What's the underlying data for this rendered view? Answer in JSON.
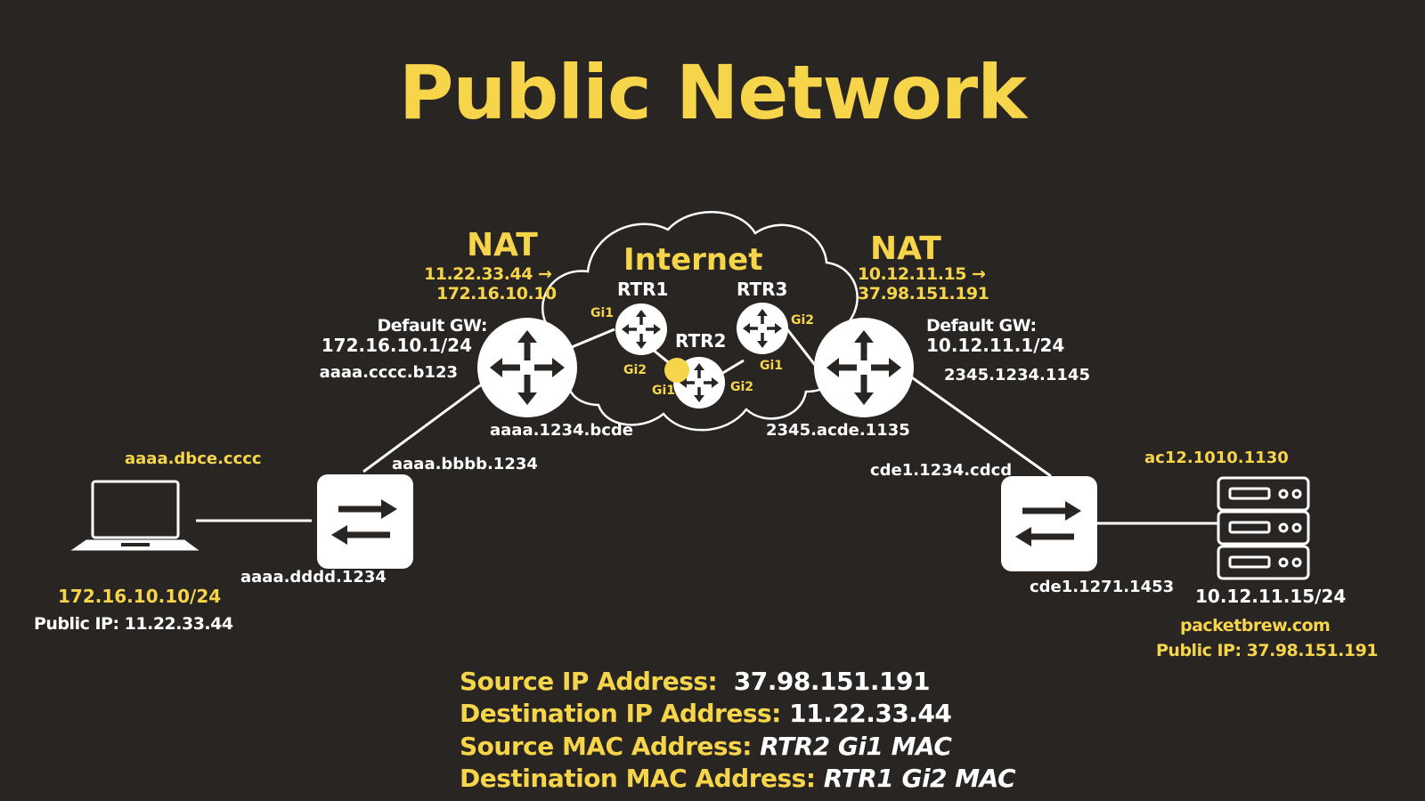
{
  "title": "Public Network",
  "colors": {
    "background": "#282523",
    "accent": "#f7d54a",
    "text": "#ffffff"
  },
  "icons": {
    "laptop": "laptop-icon",
    "switch": "switch-icon",
    "router": "router-icon",
    "server": "server-icon",
    "cloud": "cloud-icon",
    "packet": "packet-dot-icon"
  },
  "left": {
    "nat_label": "NAT",
    "nat_mapping": [
      "11.22.33.44 →",
      "172.16.10.10"
    ],
    "gw_label": "Default GW:",
    "gw_value": "172.16.10.1/24",
    "router_mac_lan": "aaaa.cccc.b123",
    "router_mac_wan": "aaaa.1234.bcde",
    "switch_mac_up": "aaaa.bbbb.1234",
    "switch_mac_down": "aaaa.dddd.1234",
    "host_mac": "aaaa.dbce.cccc",
    "host_ip": "172.16.10.10/24",
    "host_public_ip": "Public IP: 11.22.33.44"
  },
  "right": {
    "nat_label": "NAT",
    "nat_mapping": [
      "10.12.11.15 →",
      "37.98.151.191"
    ],
    "gw_label": "Default GW:",
    "gw_value": "10.12.11.1/24",
    "router_mac_lan": "2345.1234.1145",
    "router_mac_wan": "2345.acde.1135",
    "switch_mac_up": "cde1.1234.cdcd",
    "switch_mac_down": "cde1.1271.1453",
    "server_mac": "ac12.1010.1130",
    "server_ip": "10.12.11.15/24",
    "server_domain": "packetbrew.com",
    "server_public_ip": "Public IP: 37.98.151.191"
  },
  "internet": {
    "label": "Internet",
    "routers": [
      {
        "name": "RTR1",
        "ports": [
          "Gi1",
          "Gi2"
        ]
      },
      {
        "name": "RTR2",
        "ports": [
          "Gi1",
          "Gi2"
        ]
      },
      {
        "name": "RTR3",
        "ports": [
          "Gi1",
          "Gi2"
        ]
      }
    ]
  },
  "packet_info": [
    {
      "label": "Source IP Address:",
      "value": "37.98.151.191",
      "italic": false
    },
    {
      "label": "Destination IP Address:",
      "value": "11.22.33.44",
      "italic": false
    },
    {
      "label": "Source MAC Address:",
      "value": "RTR2 Gi1 MAC",
      "italic": true
    },
    {
      "label": "Destination MAC Address:",
      "value": "RTR1 Gi2 MAC",
      "italic": true
    }
  ]
}
